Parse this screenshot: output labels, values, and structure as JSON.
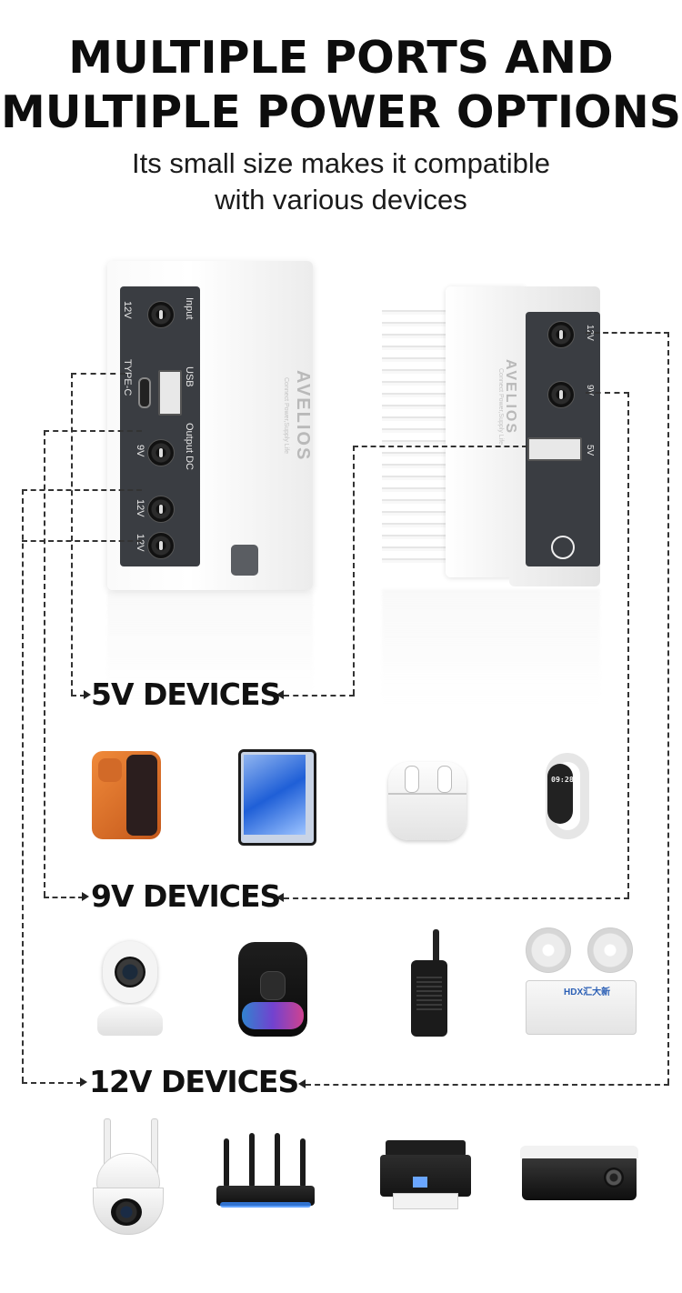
{
  "header": {
    "title_line1": "MULTIPLE PORTS AND",
    "title_line2": "MULTIPLE POWER OPTIONS",
    "subtitle_line1": "Its small size makes it compatible",
    "subtitle_line2": "with various devices"
  },
  "product_left": {
    "labels": {
      "input": "Input",
      "v12_top": "12V",
      "usb": "USB",
      "typec": "TYPE-C",
      "output_dc": "Output DC",
      "v9": "9V",
      "v12_mid": "12V",
      "v12_bottom": "12V"
    },
    "brand": "AVELIOS",
    "brand_tagline": "Connect Power,Supply Life"
  },
  "product_right": {
    "labels": {
      "v12": "12V",
      "v9": "9V",
      "v5": "5V"
    },
    "brand": "AVELIOS",
    "brand_tagline": "Connect Power,Supply Life"
  },
  "categories": {
    "five_v": "5V DEVICES",
    "nine_v": "9V DEVICES",
    "twelve_v": "12V DEVICES"
  },
  "devices": {
    "five_v": [
      "phone-icon",
      "tablet-icon",
      "earbuds-icon",
      "fitness-band-icon"
    ],
    "nine_v": [
      "security-camera-icon",
      "smart-speaker-icon",
      "walkie-talkie-icon",
      "emergency-light-icon"
    ],
    "twelve_v": [
      "ptz-camera-icon",
      "wifi-router-icon",
      "printer-icon",
      "projector-icon"
    ]
  },
  "device_text": {
    "band_time": "09:28",
    "lamp_logo": "HDX汇大新"
  },
  "colors": {
    "panel": "#3a3d42",
    "line": "#333333",
    "text": "#111111"
  }
}
